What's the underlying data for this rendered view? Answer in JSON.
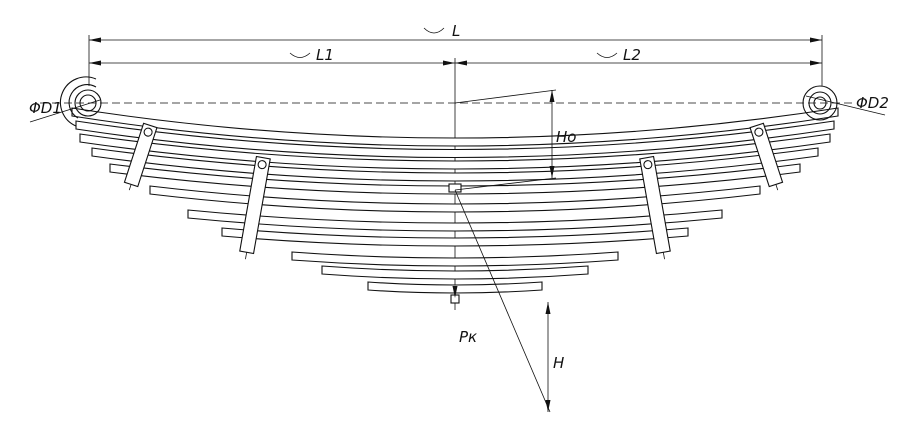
{
  "labels": {
    "L": "L",
    "L1": "L1",
    "L2": "L2",
    "D1": "ΦD1",
    "D2": "ΦD2",
    "Ho": "Ho",
    "H": "H",
    "Pk": "Pк"
  },
  "colors": {
    "line": "#111111",
    "background": "#ffffff"
  }
}
